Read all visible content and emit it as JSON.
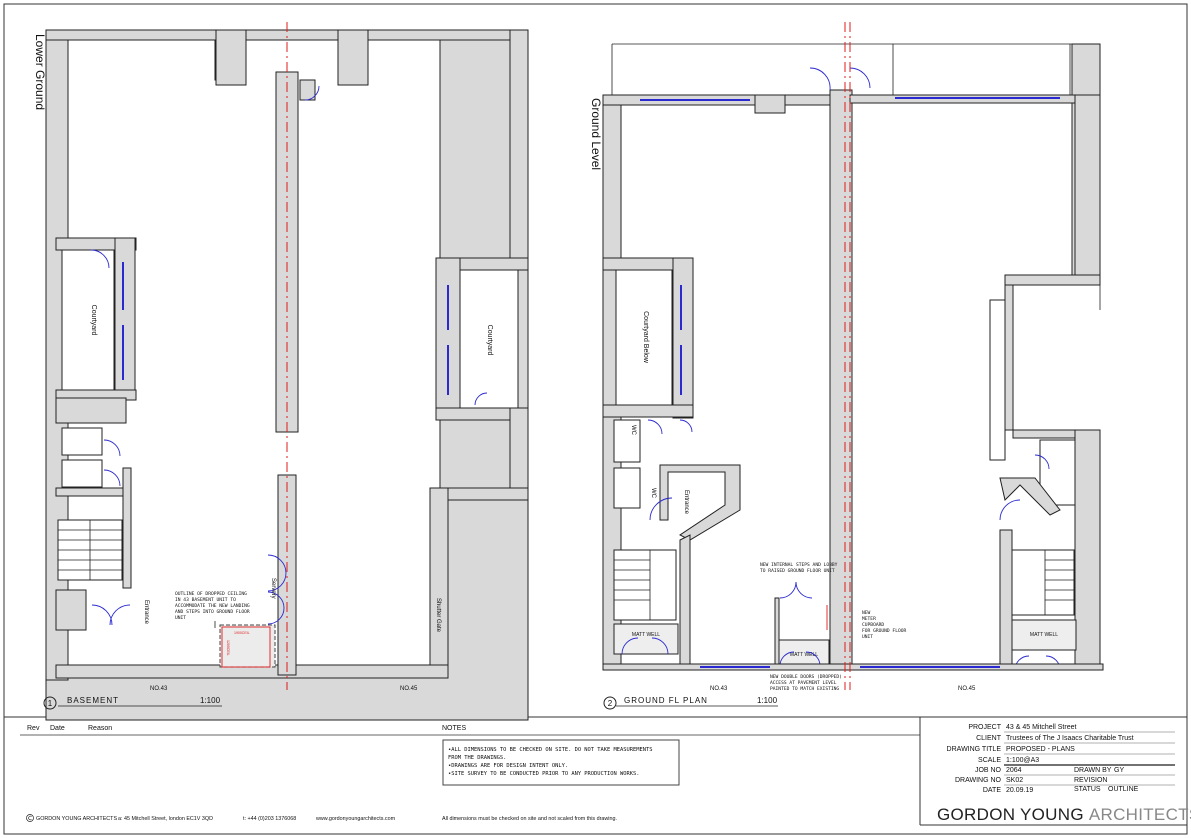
{
  "plans": {
    "basement": {
      "level_label": "Lower Ground",
      "number": "1",
      "title": "BASEMENT",
      "scale": "1:100",
      "unit_left": "NO.43",
      "unit_right": "NO.45",
      "rooms": {
        "courtyard_left": "Courtyard",
        "courtyard_right": "Courtyard",
        "entrance": "Entrance",
        "servery": "Servery",
        "shutter_gate": "Shutter Gate"
      },
      "note": [
        "OUTLINE OF DROPPED CEILING",
        "IN 43 BASEMENT UNIT TO",
        "ACCOMMODATE THE NEW LANDING",
        "AND STEPS INTO GROUND FLOOR",
        "UNIT"
      ],
      "dim_h": "1900CEIL",
      "dim_v": "1200CEIL"
    },
    "ground": {
      "level_label": "Ground Level",
      "number": "2",
      "title": "GROUND FL PLAN",
      "scale": "1:100",
      "unit_left": "NO.43",
      "unit_right": "NO.45",
      "rooms": {
        "courtyard": "Courtyard Below",
        "wc1": "WC",
        "wc2": "WC",
        "entrance": "Entrance",
        "matt_well_1": "MATT WELL",
        "matt_well_2": "MATT WELL",
        "matt_well_3": "MATT WELL"
      },
      "note_steps": [
        "NEW INTERNAL STEPS AND LOBBY",
        "TO RAISED GROUND FLOOR UNIT"
      ],
      "note_meter": [
        "NEW",
        "METER",
        "CUPBOARD",
        "FOR GROUND FLOOR",
        "UNIT"
      ],
      "note_doors": [
        "NEW DOUBLE DOORS (DROPPED)",
        "ACCESS AT PAVEMENT LEVEL",
        "PAINTED TO MATCH EXISTING"
      ]
    }
  },
  "revisions": {
    "rev": "Rev",
    "date": "Date",
    "reason": "Reason"
  },
  "notes": {
    "heading": "NOTES",
    "lines": [
      "•ALL DIMENSIONS TO BE CHECKED ON SITE. DO NOT TAKE MEASUREMENTS",
      "FROM THE DRAWINGS.",
      "•DRAWINGS ARE FOR DESIGN INTENT ONLY.",
      "•SITE SURVEY TO BE CONDUCTED PRIOR TO ANY PRODUCTION WORKS."
    ]
  },
  "title_block": {
    "project_label": "PROJECT",
    "project": "43 & 45 Mitchell Street",
    "client_label": "CLIENT",
    "client": "Trustees of The J Isaacs Charitable Trust",
    "drawing_title_label": "DRAWING TITLE",
    "drawing_title": "PROPOSED - PLANS",
    "scale_label": "SCALE",
    "scale": "1:100@A3",
    "job_no_label": "JOB NO",
    "job_no": "2064",
    "drawn_by_label": "DRAWN BY",
    "drawn_by": "GY",
    "drawing_no_label": "DRAWING NO",
    "drawing_no": "SK02",
    "revision_label": "REVISION",
    "revision": "",
    "date_label": "DATE",
    "date": "20.09.19",
    "status_label": "STATUS",
    "status": "OUTLINE",
    "brand_a": "GORDON YOUNG",
    "brand_b": "ARCHITECTS"
  },
  "footer": {
    "copyright": "GORDON YOUNG ARCHITECTS",
    "address": "a: 45 Mitchell Street, london EC1V 3QD",
    "phone": "t: +44 (0)203 1376068",
    "web": "www.gordonyoungarchitects.com",
    "disclaimer": "All dimensions must be checked on site and not scaled from this drawing."
  }
}
